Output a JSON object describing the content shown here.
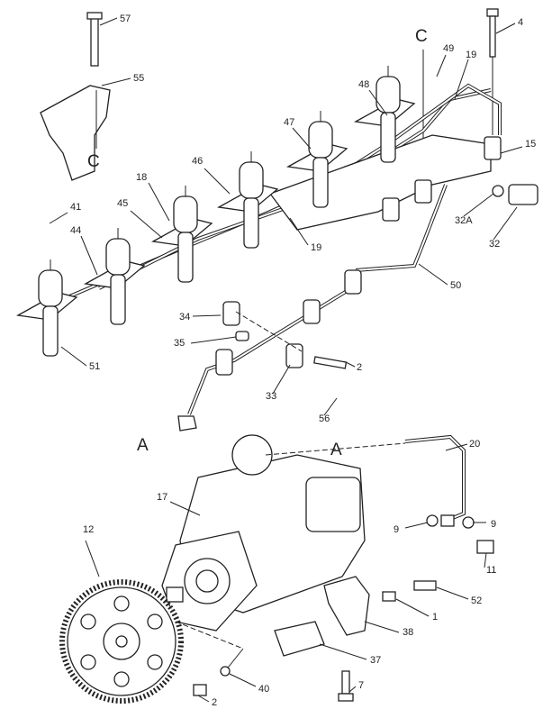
{
  "diagram": {
    "callouts": [
      "57",
      "55",
      "C",
      "4",
      "C",
      "49",
      "19",
      "48",
      "15",
      "47",
      "46",
      "18",
      "45",
      "41",
      "44",
      "19",
      "32A",
      "32",
      "50",
      "51",
      "34",
      "35",
      "2",
      "33",
      "56",
      "A",
      "A",
      "20",
      "17",
      "9",
      "9",
      "11",
      "12",
      "52",
      "1",
      "38",
      "37",
      "40",
      "2",
      "7"
    ]
  }
}
